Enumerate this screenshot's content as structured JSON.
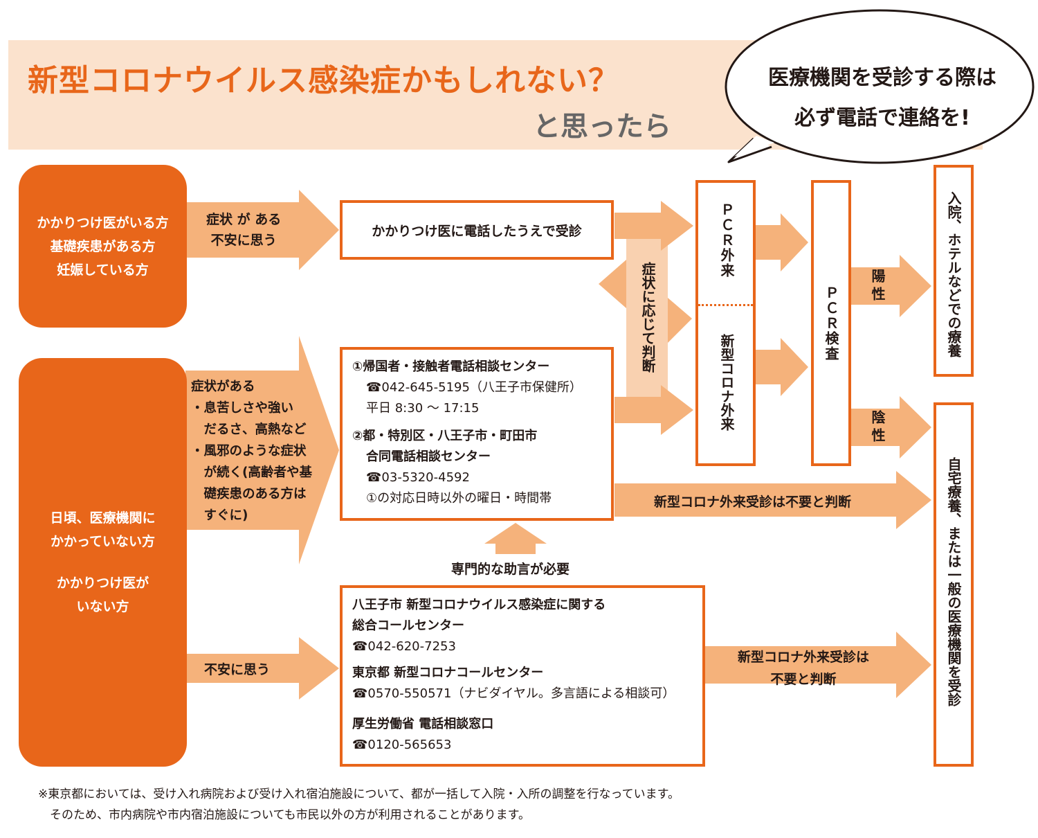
{
  "header": {
    "title": "新型コロナウイルス感染症かもしれない？",
    "subtitle": "と思ったら",
    "bubble_line1": "医療機関を受診する際は",
    "bubble_line2": "必ず電話で連絡を!"
  },
  "colors": {
    "accent": "#e8661a",
    "arrow": "#f5b27b",
    "banner": "#fbe2cd"
  },
  "groups": {
    "has_doctor": {
      "line1": "かかりつけ医がいる方",
      "line2": "基礎疾患がある方",
      "line3": "妊娠している方"
    },
    "no_doctor": {
      "line1": "日頃、医療機関に",
      "line2": "かかっていない方",
      "line3": "かかりつけ医が",
      "line4": "いない方"
    }
  },
  "arrows": {
    "symptom_1": "症状 が ある",
    "symptom_2": "不安に思う",
    "symptoms_list": [
      "症状がある",
      "・息苦しさや強い",
      "　だるさ、高熱など",
      "・風邪のような症状",
      "　が続く(高齢者や基",
      "　礎疾患のある方は",
      "　すぐに)"
    ],
    "anxious": "不安に思う",
    "expert_advice": "専門的な助言が必要",
    "judged_by_symptoms": "症状に応じて判断",
    "not_needed_1": "新型コロナ外来受診は不要と判断",
    "not_needed_2a": "新型コロナ外来受診は",
    "not_needed_2b": "不要と判断",
    "positive": "陽性",
    "negative": "陰性"
  },
  "boxes": {
    "kakaritsuke": "かかりつけ医に電話したうえで受診",
    "consult": {
      "c1_title": "①帰国者・接触者電話相談センター",
      "c1_phone": "☎042-645-5195（八王子市保健所）",
      "c1_hours": "平日 8:30 ～ 17:15",
      "c2_title1": "②都・特別区・八王子市・町田市",
      "c2_title2": "合同電話相談センター",
      "c2_phone": "☎03-5320-4592",
      "c2_hours": "①の対応日時以外の曜日・時間帯"
    },
    "call_centers": {
      "h1a": "八王子市 新型コロナウイルス感染症に関する",
      "h1b": "総合コールセンター",
      "h1_phone": "☎042-620-7253",
      "h2": "東京都 新型コロナコールセンター",
      "h2_phone": "☎0570-550571（ナビダイヤル。多言語による相談可）",
      "h3": "厚生労働省 電話相談窓口",
      "h3_phone": "☎0120-565653"
    },
    "pcr_outpatient": "ＰＣＲ外来",
    "corona_outpatient": "新型コロナ外来",
    "pcr_test": "ＰＣＲ検査",
    "hospital": "入院、ホテルなどでの療養",
    "home": "自宅療養、または一般の医療機関を受診"
  },
  "footnote": {
    "line1": "※東京都においては、受け入れ病院および受け入れ宿泊施設について、都が一括して入院・入所の調整を行なっています。",
    "line2": "　そのため、市内病院や市内宿泊施設についても市民以外の方が利用されることがあります。"
  }
}
